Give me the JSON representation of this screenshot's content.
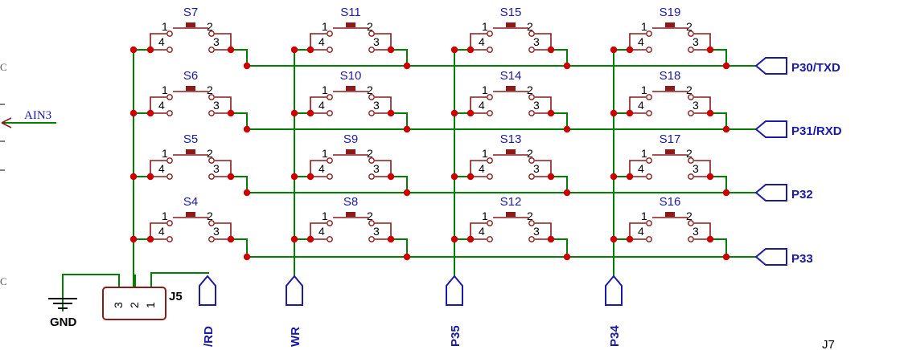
{
  "switches": [
    {
      "ref": "S7",
      "col": 0,
      "row": 0
    },
    {
      "ref": "S6",
      "col": 0,
      "row": 1
    },
    {
      "ref": "S5",
      "col": 0,
      "row": 2
    },
    {
      "ref": "S4",
      "col": 0,
      "row": 3
    },
    {
      "ref": "S11",
      "col": 1,
      "row": 0
    },
    {
      "ref": "S10",
      "col": 1,
      "row": 1
    },
    {
      "ref": "S9",
      "col": 1,
      "row": 2
    },
    {
      "ref": "S8",
      "col": 1,
      "row": 3
    },
    {
      "ref": "S15",
      "col": 2,
      "row": 0
    },
    {
      "ref": "S14",
      "col": 2,
      "row": 1
    },
    {
      "ref": "S13",
      "col": 2,
      "row": 2
    },
    {
      "ref": "S12",
      "col": 2,
      "row": 3
    },
    {
      "ref": "S19",
      "col": 3,
      "row": 0
    },
    {
      "ref": "S18",
      "col": 3,
      "row": 1
    },
    {
      "ref": "S17",
      "col": 3,
      "row": 2
    },
    {
      "ref": "S16",
      "col": 3,
      "row": 3
    }
  ],
  "pin_numbers": {
    "p1": "1",
    "p2": "2",
    "p3": "3",
    "p4": "4"
  },
  "row_ports": [
    "P30/TXD",
    "P31/RXD",
    "P32",
    "P33"
  ],
  "column_ports": [
    "/RD",
    "WR",
    "P35",
    "P34"
  ],
  "connector": {
    "ref": "J5",
    "pins": [
      "3",
      "2",
      "1"
    ]
  },
  "ground_label": "GND",
  "left_net_label": "AIN3",
  "corner_label": "J7",
  "left_edge_marks": [
    "C",
    "C"
  ]
}
